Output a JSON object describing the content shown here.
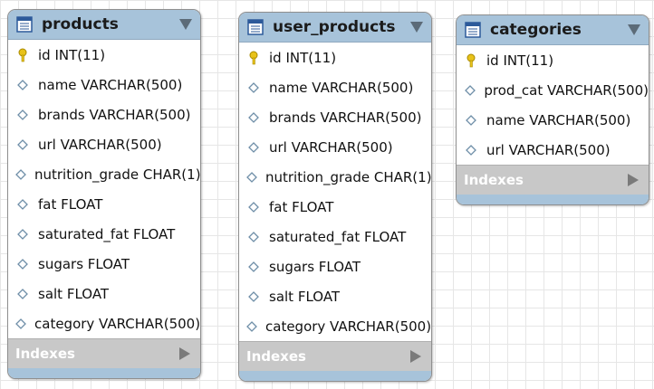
{
  "tables": [
    {
      "title": "products",
      "columns": [
        {
          "label": "id INT(11)",
          "key": true
        },
        {
          "label": "name VARCHAR(500)",
          "key": false
        },
        {
          "label": "brands VARCHAR(500)",
          "key": false
        },
        {
          "label": "url VARCHAR(500)",
          "key": false
        },
        {
          "label": "nutrition_grade CHAR(1)",
          "key": false
        },
        {
          "label": "fat FLOAT",
          "key": false
        },
        {
          "label": "saturated_fat FLOAT",
          "key": false
        },
        {
          "label": "sugars FLOAT",
          "key": false
        },
        {
          "label": "salt FLOAT",
          "key": false
        },
        {
          "label": "category VARCHAR(500)",
          "key": false
        }
      ],
      "indexes_label": "Indexes"
    },
    {
      "title": "user_products",
      "columns": [
        {
          "label": "id INT(11)",
          "key": true
        },
        {
          "label": "name VARCHAR(500)",
          "key": false
        },
        {
          "label": "brands VARCHAR(500)",
          "key": false
        },
        {
          "label": "url VARCHAR(500)",
          "key": false
        },
        {
          "label": "nutrition_grade CHAR(1)",
          "key": false
        },
        {
          "label": "fat FLOAT",
          "key": false
        },
        {
          "label": "saturated_fat FLOAT",
          "key": false
        },
        {
          "label": "sugars FLOAT",
          "key": false
        },
        {
          "label": "salt FLOAT",
          "key": false
        },
        {
          "label": "category VARCHAR(500)",
          "key": false
        }
      ],
      "indexes_label": "Indexes"
    },
    {
      "title": "categories",
      "columns": [
        {
          "label": "id INT(11)",
          "key": true
        },
        {
          "label": "prod_cat VARCHAR(500)",
          "key": false
        },
        {
          "label": "name VARCHAR(500)",
          "key": false
        },
        {
          "label": "url VARCHAR(500)",
          "key": false
        }
      ],
      "indexes_label": "Indexes"
    }
  ]
}
